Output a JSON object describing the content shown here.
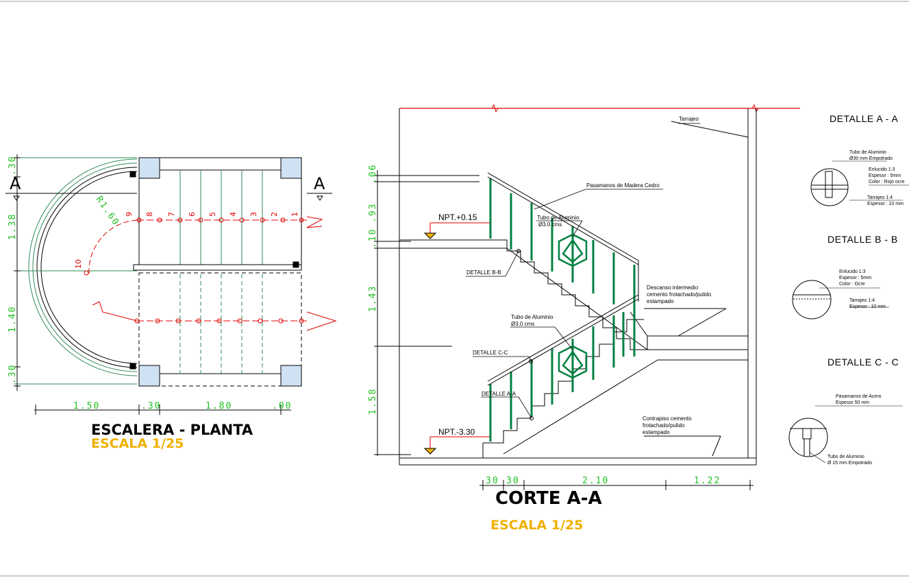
{
  "plan": {
    "title": "ESCALERA - PLANTA",
    "scale": "ESCALA 1/25",
    "section_mark_left": "A",
    "section_mark_right": "A",
    "radius_label": "R1.60",
    "step_numbers": [
      "9",
      "8",
      "7",
      "6",
      "5",
      "4",
      "3",
      "2",
      "1"
    ],
    "landing_step": "10",
    "dims_vertical": [
      ".30",
      "1.38",
      "1.40",
      ".30"
    ],
    "dims_horizontal": [
      "1.50",
      ".30",
      "1.80",
      ".00"
    ]
  },
  "section": {
    "title": "CORTE A-A",
    "scale": "ESCALA 1/25",
    "level_top": "NPT.+0.15",
    "level_bottom": "NPT.-3.30",
    "dims_vertical": [
      ".06",
      ".93",
      ".10",
      "1.43",
      "1.58"
    ],
    "dims_horizontal": [
      "30",
      "30",
      "2.10",
      "1.22"
    ],
    "notes": {
      "tarrajeo": "Tarrajeo",
      "pasamanos": "Pasamanos de Madera Cedro",
      "tubo_top_1": "Tubo de Aluminio",
      "tubo_top_2": "Ø3.0 cms",
      "tubo_mid_1": "Tubo de Aluminio",
      "tubo_mid_2": "Ø3.0 cms",
      "detalle_b": "DETALLE B-B",
      "detalle_c": "DETALLE C-C",
      "detalle_a": "DETALLE A-A",
      "descanso_1": "Descanso intermedio",
      "descanso_2": "cemento frotachado/pulido",
      "descanso_3": "estampado",
      "contrapiso_1": "Contrapiso cemento",
      "contrapiso_2": "frotachado/pulido",
      "contrapiso_3": "estampado"
    }
  },
  "details": {
    "a": {
      "title": "DETALLE A - A",
      "t1": "Tubo de Aluminio",
      "t2": "Ø30 mm Empotrado",
      "e1": "Enlucido 1:3",
      "e2": "Espesor : 5mm",
      "e3": "Color : Rojo ocre",
      "r1": "Tarrajeo 1:4",
      "r2": "Espesor : 10 mm"
    },
    "b": {
      "title": "DETALLE B - B",
      "e1": "Enlucido 1:3",
      "e2": "Espesor : 5mm",
      "e3": "Color : Ocre",
      "r1": "Tarrajeo 1:4",
      "r2": "Espesor : 10 mm"
    },
    "c": {
      "title": "DETALLE C - C",
      "p1": "Pasamanos de Acero",
      "p2": "Espesor 50 mm",
      "t1": "Tubo de Aluminio",
      "t2": "Ø 15 mm Empotrado"
    }
  },
  "colors": {
    "line": "#000000",
    "dimension": "#20c020",
    "axis": "#e00000",
    "railing": "#008040",
    "scale_text": "#f0b000",
    "plan_ring": "#2e8b57"
  }
}
